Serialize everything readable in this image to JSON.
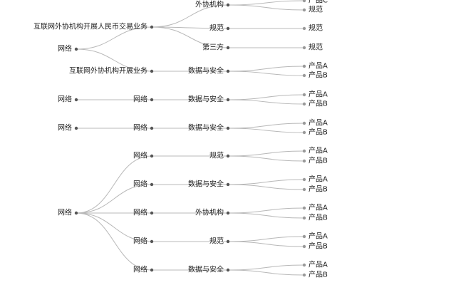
{
  "colors": {
    "link": "#b8b8b8",
    "node": "#555555",
    "leaf": "#999999",
    "text": "#222222"
  },
  "tree": {
    "groups": [
      {
        "label": "网络",
        "children": [
          {
            "label": "互联网外协机构开展人民币交易业务",
            "children": [
              {
                "label": "外协机构",
                "children": [
                  "产品C",
                  "规范"
                ]
              },
              {
                "label": "规范",
                "children": [
                  "规范"
                ]
              },
              {
                "label": "第三方",
                "children": [
                  "规范"
                ]
              }
            ]
          },
          {
            "label": "互联网外协机构开展业务",
            "children": [
              {
                "label": "数据与安全",
                "children": [
                  "产品A",
                  "产品B"
                ]
              }
            ]
          }
        ]
      },
      {
        "label": "网络",
        "children": [
          {
            "label": "网络",
            "children": [
              {
                "label": "数据与安全",
                "children": [
                  "产品A",
                  "产品B"
                ]
              }
            ]
          }
        ]
      },
      {
        "label": "网络",
        "children": [
          {
            "label": "网络",
            "children": [
              {
                "label": "数据与安全",
                "children": [
                  "产品A",
                  "产品B"
                ]
              }
            ]
          }
        ]
      },
      {
        "label": "网络",
        "children": [
          {
            "label": "网络",
            "children": [
              {
                "label": "规范",
                "children": [
                  "产品A",
                  "产品B"
                ]
              }
            ]
          },
          {
            "label": "网络",
            "children": [
              {
                "label": "数据与安全",
                "children": [
                  "产品A",
                  "产品B"
                ]
              }
            ]
          },
          {
            "label": "网络",
            "children": [
              {
                "label": "外协机构",
                "children": [
                  "产品A",
                  "产品B"
                ]
              }
            ]
          },
          {
            "label": "网络",
            "children": [
              {
                "label": "规范",
                "children": [
                  "产品A",
                  "产品B"
                ]
              }
            ]
          },
          {
            "label": "网络",
            "children": [
              {
                "label": "数据与安全",
                "children": [
                  "产品A",
                  "产品B"
                ]
              }
            ]
          }
        ]
      }
    ]
  }
}
